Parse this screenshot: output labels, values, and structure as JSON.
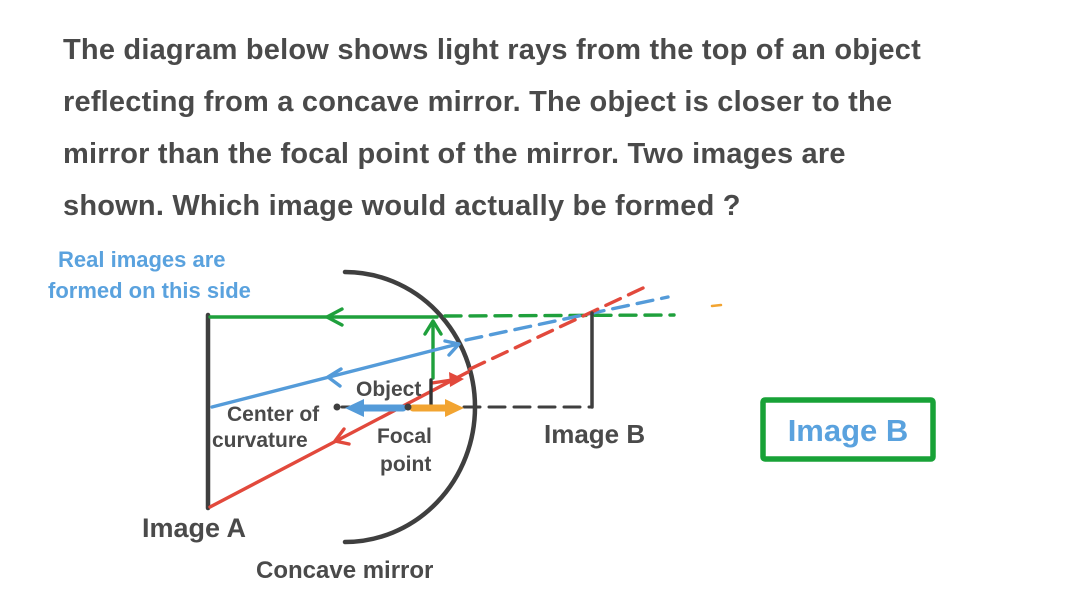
{
  "title": {
    "lines": [
      "The diagram below shows light rays from the top of an object",
      "reflecting from a concave mirror. The object is closer to the",
      "mirror than the focal point of the mirror.  Two images are",
      "shown. Which image would actually be formed ?"
    ]
  },
  "diagram": {
    "note": {
      "line1": "Real images are",
      "line2": "formed on this side"
    },
    "labels": {
      "object": "Object",
      "center_of_curvature_line1": "Center of",
      "center_of_curvature_line2": "curvature",
      "focal_point_line1": "Focal",
      "focal_point_line2": "point",
      "image_a": "Image A",
      "image_b": "Image B",
      "mirror": "Concave mirror"
    }
  },
  "answer": {
    "label": "Image B"
  },
  "colors": {
    "ink": "#4A4A4A",
    "stroke_dark": "#3F3F3F",
    "green": "#1FA03C",
    "blue": "#549BD9",
    "light_blue": "#5AA2DE",
    "red": "#E2493C",
    "orange": "#F2A431",
    "box_green": "#18A237"
  }
}
